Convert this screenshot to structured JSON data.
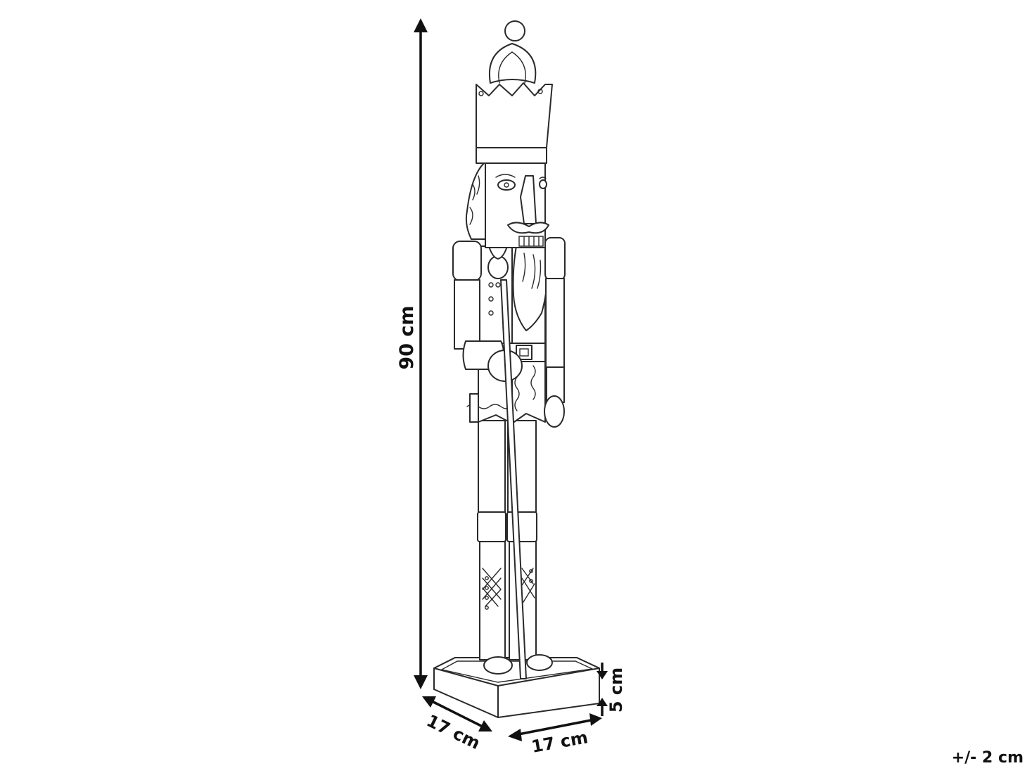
{
  "dimensions": {
    "height": "90 cm",
    "depth": "17 cm",
    "width": "17 cm",
    "base_height": "5 cm"
  },
  "tolerance": "+/- 2 cm",
  "colors": {
    "line": "#2a2a2a",
    "dimension": "#111111",
    "background": "#ffffff"
  }
}
